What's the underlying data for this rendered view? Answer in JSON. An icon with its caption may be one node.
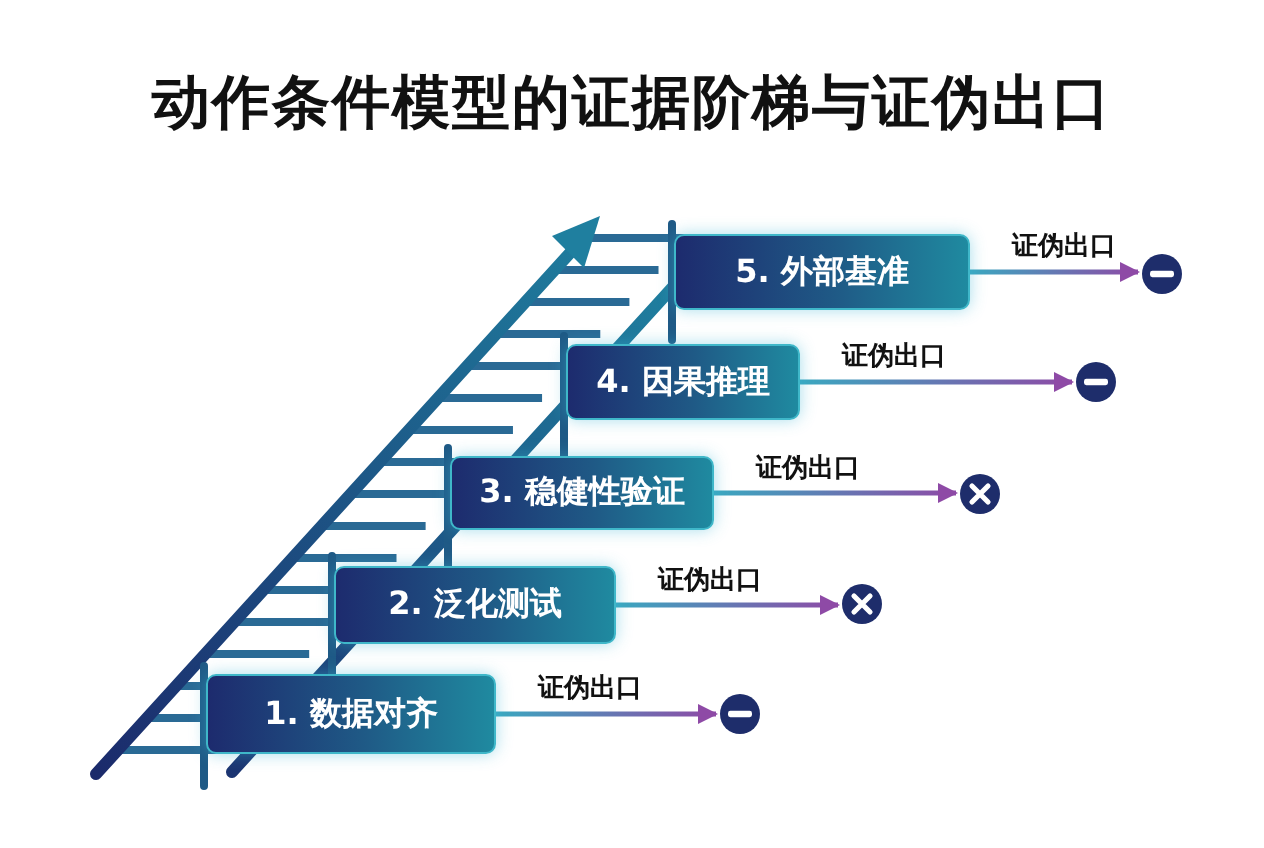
{
  "diagram": {
    "title": "动作条件模型的证据阶梯与证伪出口",
    "nodes": [
      {
        "text": [
          "1. 数据对齐"
        ]
      },
      {
        "text": [
          "2. 泛化测试"
        ]
      },
      {
        "text": [
          "3. 稳健性验证"
        ]
      },
      {
        "text": [
          "4. 因果推理"
        ]
      },
      {
        "text": [
          "5. 外部基准"
        ]
      },
      {
        "text": [],
        "shape": "circle"
      },
      {
        "text": [],
        "shape": "circle"
      },
      {
        "text": [],
        "shape": "circle"
      },
      {
        "text": [],
        "shape": "circle"
      },
      {
        "text": [],
        "shape": "circle"
      }
    ],
    "edges": [
      {
        "from": 0,
        "to": 5,
        "arrow": "to",
        "label": "证伪出口"
      },
      {
        "from": 1,
        "to": 6,
        "arrow": "to",
        "label": "证伪出口"
      },
      {
        "from": 2,
        "to": 7,
        "arrow": "to",
        "label": "证伪出口"
      },
      {
        "from": 3,
        "to": 8,
        "arrow": "to",
        "label": "证伪出口"
      },
      {
        "from": 4,
        "to": 9,
        "arrow": "to",
        "label": "证伪出口"
      }
    ]
  }
}
